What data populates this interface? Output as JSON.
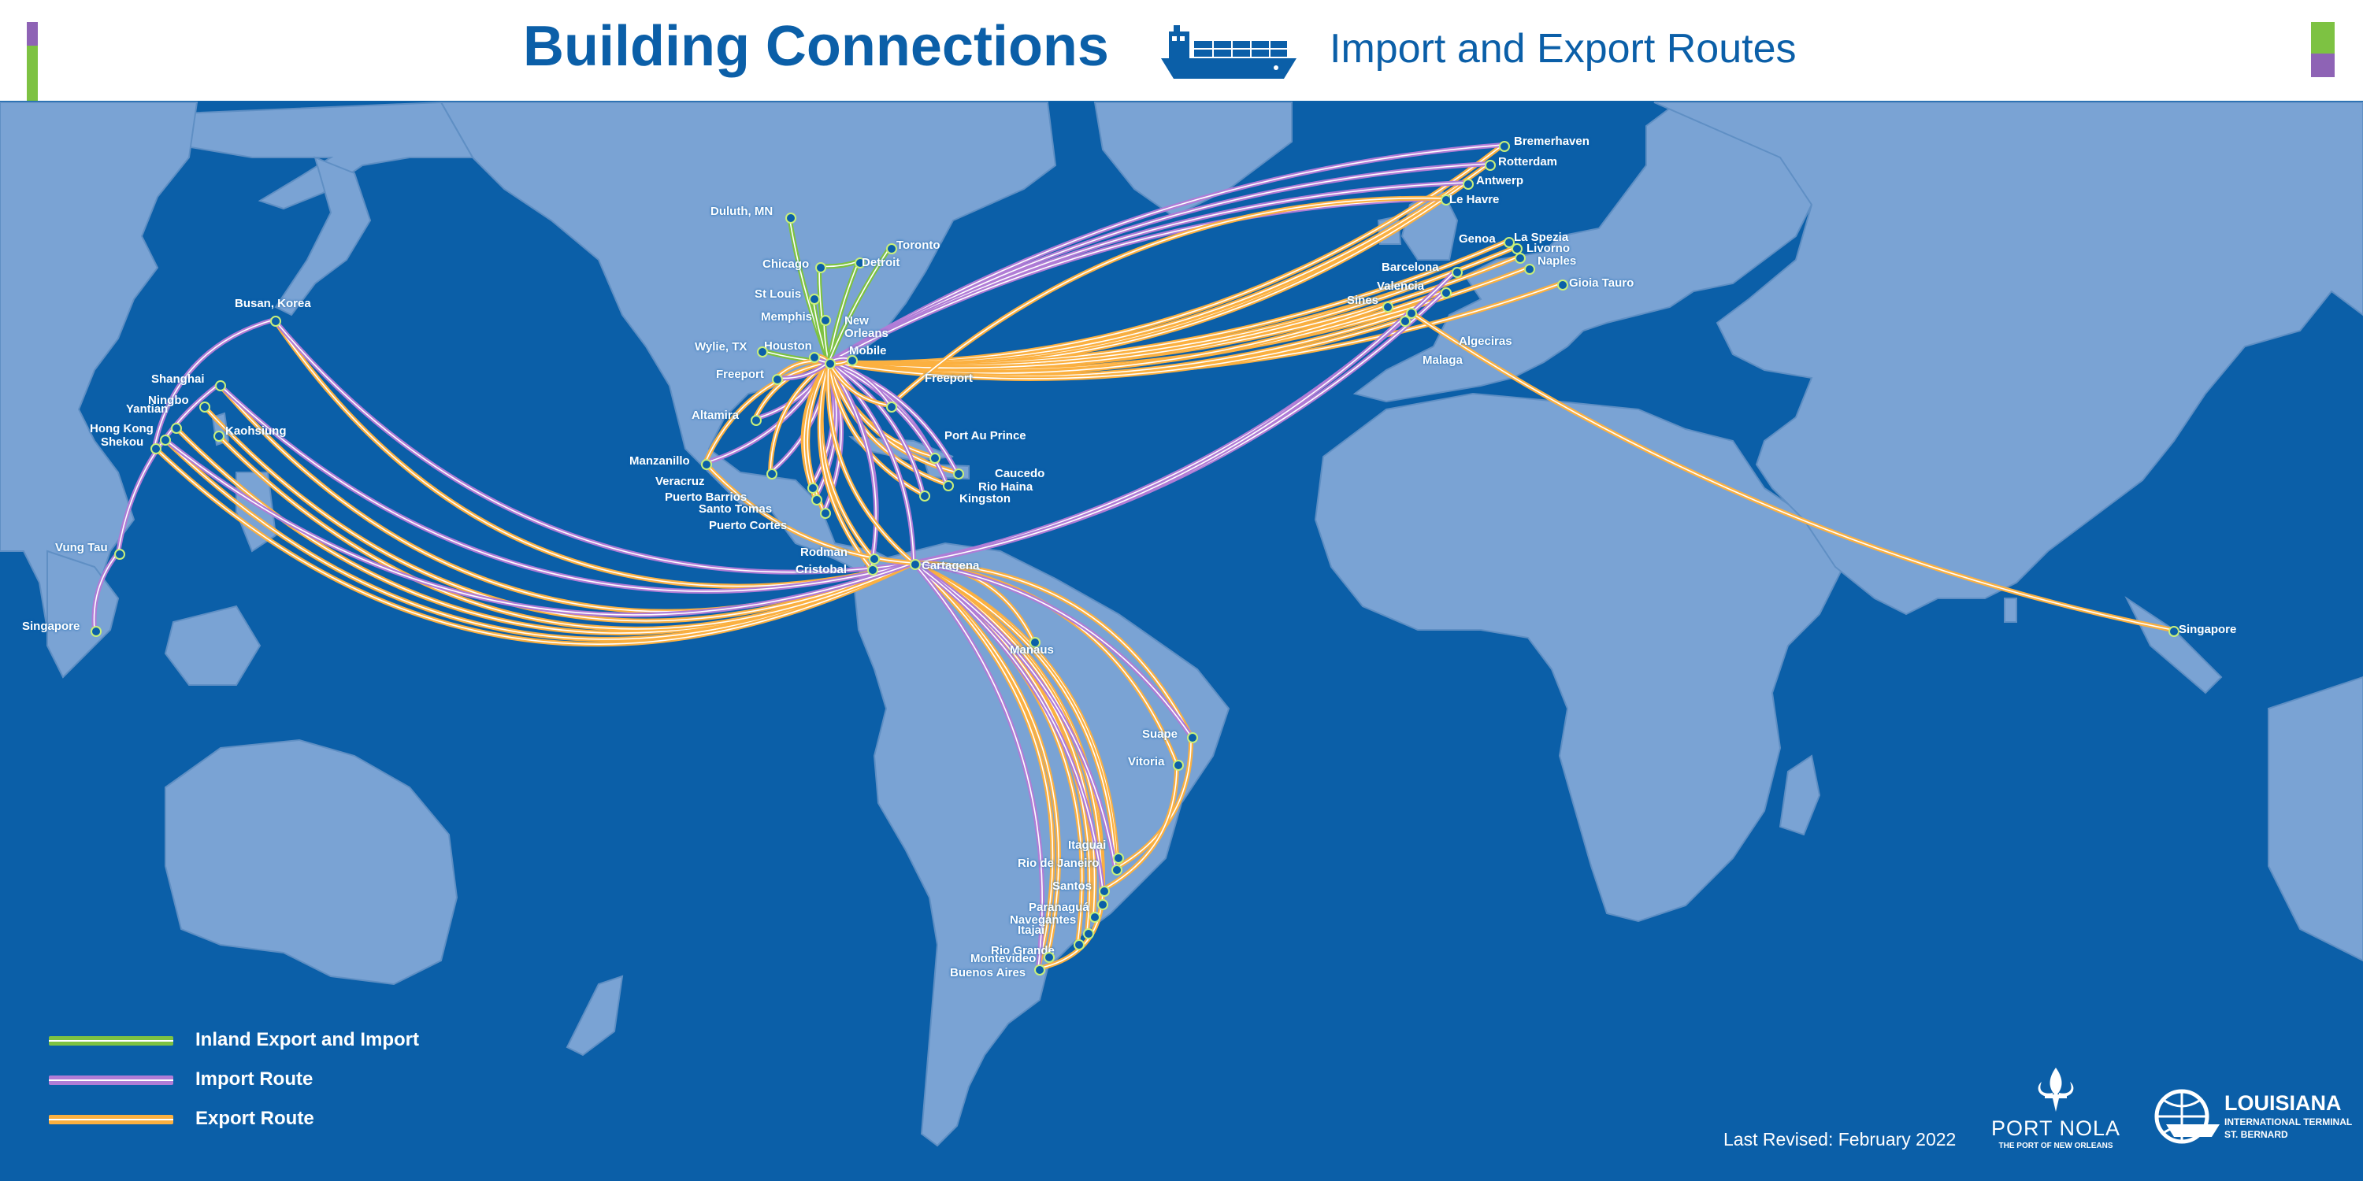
{
  "header": {
    "title": "Building Connections",
    "subtitle": "Import and Export Routes",
    "ship_icon": "container-ship-icon"
  },
  "colors": {
    "ocean": "#0b5fa8",
    "land": "#7aa3d4",
    "inland": "#7dc242",
    "import": "#b07cd6",
    "export": "#fbb040",
    "node": "#c9f07a",
    "stripe_purple": "#8e63b5",
    "stripe_green": "#7dc242"
  },
  "legend": [
    {
      "label": "Inland Export and Import",
      "type": "inland"
    },
    {
      "label": "Import Route",
      "type": "import"
    },
    {
      "label": "Export Route",
      "type": "export"
    }
  ],
  "ports": [
    {
      "id": "duluth",
      "label": "Duluth, MN"
    },
    {
      "id": "chicago",
      "label": "Chicago"
    },
    {
      "id": "detroit",
      "label": "Detroit"
    },
    {
      "id": "toronto",
      "label": "Toronto"
    },
    {
      "id": "stlouis",
      "label": "St Louis"
    },
    {
      "id": "memphis",
      "label": "Memphis"
    },
    {
      "id": "neworleans",
      "label": "New Orleans"
    },
    {
      "id": "houston",
      "label": "Houston"
    },
    {
      "id": "wylie",
      "label": "Wylie, TX"
    },
    {
      "id": "mobile",
      "label": "Mobile"
    },
    {
      "id": "freeport_tx",
      "label": "Freeport"
    },
    {
      "id": "freeport_bh",
      "label": "Freeport"
    },
    {
      "id": "altamira",
      "label": "Altamira"
    },
    {
      "id": "manzanillo",
      "label": "Manzanillo"
    },
    {
      "id": "veracruz",
      "label": "Veracruz"
    },
    {
      "id": "puertobarrios",
      "label": "Puerto Barrios"
    },
    {
      "id": "santotomas",
      "label": "Santo Tomas"
    },
    {
      "id": "puertocortes",
      "label": "Puerto Cortes"
    },
    {
      "id": "portauprince",
      "label": "Port Au Prince"
    },
    {
      "id": "caucedo",
      "label": "Caucedo"
    },
    {
      "id": "riohaina",
      "label": "Rio Haina"
    },
    {
      "id": "kingston",
      "label": "Kingston"
    },
    {
      "id": "rodman",
      "label": "Rodman"
    },
    {
      "id": "cristobal",
      "label": "Cristobal"
    },
    {
      "id": "cartagena",
      "label": "Cartagena"
    },
    {
      "id": "manaus",
      "label": "Manaus"
    },
    {
      "id": "suape",
      "label": "Suape"
    },
    {
      "id": "vitoria",
      "label": "Vitoria"
    },
    {
      "id": "itaguai",
      "label": "Itaguai"
    },
    {
      "id": "riodejaneiro",
      "label": "Rio de Janeiro"
    },
    {
      "id": "santos",
      "label": "Santos"
    },
    {
      "id": "paranagua",
      "label": "Paranaguá"
    },
    {
      "id": "navegantes",
      "label": "Navegantes"
    },
    {
      "id": "itajai",
      "label": "Itajaí"
    },
    {
      "id": "riogrande",
      "label": "Rio Grande"
    },
    {
      "id": "montevideo",
      "label": "Montevideo"
    },
    {
      "id": "buenosaires",
      "label": "Buenos Aires"
    },
    {
      "id": "busan",
      "label": "Busan, Korea"
    },
    {
      "id": "shanghai",
      "label": "Shanghai"
    },
    {
      "id": "ningbo",
      "label": "Ningbo"
    },
    {
      "id": "yantian",
      "label": "Yantian"
    },
    {
      "id": "hongkong",
      "label": "Hong Kong"
    },
    {
      "id": "shekou",
      "label": "Shekou"
    },
    {
      "id": "kaohsiung",
      "label": "Kaohsiung"
    },
    {
      "id": "vungtau",
      "label": "Vung Tau"
    },
    {
      "id": "singapore_w",
      "label": "Singapore"
    },
    {
      "id": "singapore_e",
      "label": "Singapore"
    },
    {
      "id": "bremerhaven",
      "label": "Bremerhaven"
    },
    {
      "id": "rotterdam",
      "label": "Rotterdam"
    },
    {
      "id": "antwerp",
      "label": "Antwerp"
    },
    {
      "id": "lehavre",
      "label": "Le Havre"
    },
    {
      "id": "genoa",
      "label": "Genoa"
    },
    {
      "id": "laspezia",
      "label": "La Spezia"
    },
    {
      "id": "livorno",
      "label": "Livorno"
    },
    {
      "id": "naples",
      "label": "Naples"
    },
    {
      "id": "gioiatauro",
      "label": "Gioia Tauro"
    },
    {
      "id": "barcelona",
      "label": "Barcelona"
    },
    {
      "id": "valencia",
      "label": "Valencia"
    },
    {
      "id": "sines",
      "label": "Sines"
    },
    {
      "id": "algeciras",
      "label": "Algeciras"
    },
    {
      "id": "malaga",
      "label": "Malaga"
    }
  ],
  "footer": {
    "revised": "Last Revised: February 2022",
    "port_nola": "PORT NOLA",
    "port_nola_sub": "THE PORT OF NEW ORLEANS",
    "lits_1": "LOUISIANA",
    "lits_2": "INTERNATIONAL TERMINAL",
    "lits_3": "ST. BERNARD"
  }
}
